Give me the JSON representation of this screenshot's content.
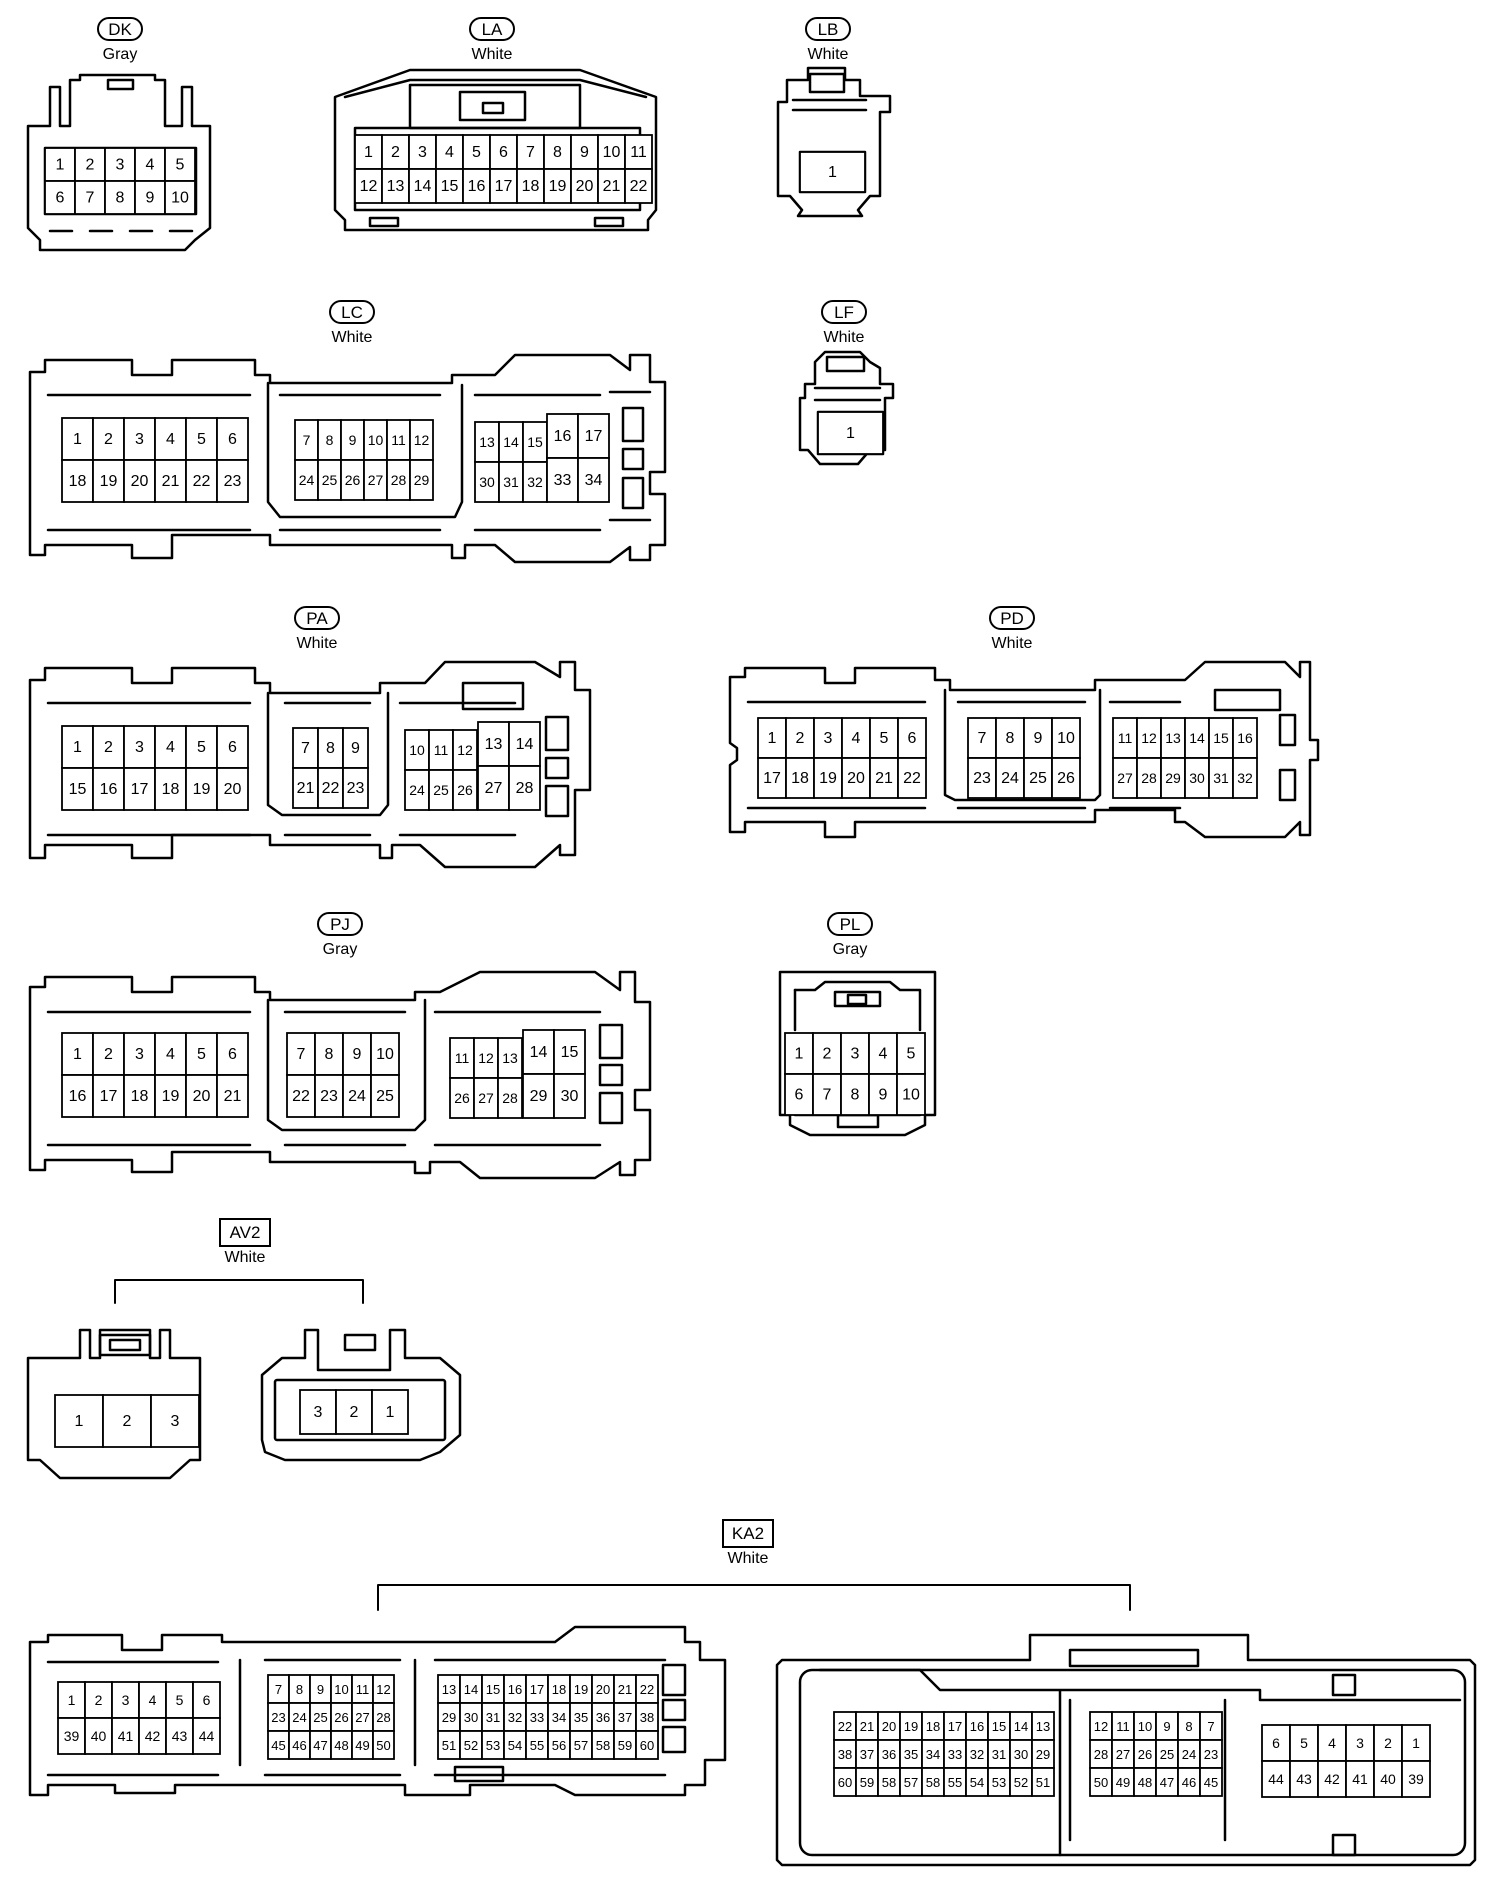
{
  "connectors": [
    {
      "id": "DK",
      "color": "Gray",
      "tagStyle": "oval",
      "rows": [
        [
          "1",
          "2",
          "3",
          "4",
          "5"
        ],
        [
          "6",
          "7",
          "8",
          "9",
          "10"
        ]
      ]
    },
    {
      "id": "LA",
      "color": "White",
      "tagStyle": "oval",
      "rows": [
        [
          "1",
          "2",
          "3",
          "4",
          "5",
          "6",
          "7",
          "8",
          "9",
          "10",
          "11"
        ],
        [
          "12",
          "13",
          "14",
          "15",
          "16",
          "17",
          "18",
          "19",
          "20",
          "21",
          "22"
        ]
      ]
    },
    {
      "id": "LB",
      "color": "White",
      "tagStyle": "oval",
      "rows": [
        [
          "1"
        ]
      ]
    },
    {
      "id": "LC",
      "color": "White",
      "tagStyle": "oval",
      "blocks": [
        {
          "rows": [
            [
              "1",
              "2",
              "3",
              "4",
              "5",
              "6"
            ],
            [
              "18",
              "19",
              "20",
              "21",
              "22",
              "23"
            ]
          ]
        },
        {
          "rows": [
            [
              "7",
              "8",
              "9",
              "10",
              "11",
              "12"
            ],
            [
              "24",
              "25",
              "26",
              "27",
              "28",
              "29"
            ]
          ]
        },
        {
          "rows": [
            [
              "13",
              "14",
              "15"
            ],
            [
              "30",
              "31",
              "32"
            ]
          ]
        },
        {
          "rows": [
            [
              "16",
              "17"
            ],
            [
              "33",
              "34"
            ]
          ]
        }
      ]
    },
    {
      "id": "LF",
      "color": "White",
      "tagStyle": "oval",
      "rows": [
        [
          "1"
        ]
      ]
    },
    {
      "id": "PA",
      "color": "White",
      "tagStyle": "oval",
      "blocks": [
        {
          "rows": [
            [
              "1",
              "2",
              "3",
              "4",
              "5",
              "6"
            ],
            [
              "15",
              "16",
              "17",
              "18",
              "19",
              "20"
            ]
          ]
        },
        {
          "rows": [
            [
              "7",
              "8",
              "9"
            ],
            [
              "21",
              "22",
              "23"
            ]
          ]
        },
        {
          "rows": [
            [
              "10",
              "11",
              "12"
            ],
            [
              "24",
              "25",
              "26"
            ]
          ]
        },
        {
          "rows": [
            [
              "13",
              "14"
            ],
            [
              "27",
              "28"
            ]
          ]
        }
      ]
    },
    {
      "id": "PD",
      "color": "White",
      "tagStyle": "oval",
      "blocks": [
        {
          "rows": [
            [
              "1",
              "2",
              "3",
              "4",
              "5",
              "6"
            ],
            [
              "17",
              "18",
              "19",
              "20",
              "21",
              "22"
            ]
          ]
        },
        {
          "rows": [
            [
              "7",
              "8",
              "9",
              "10"
            ],
            [
              "23",
              "24",
              "25",
              "26"
            ]
          ]
        },
        {
          "rows": [
            [
              "11",
              "12",
              "13",
              "14",
              "15",
              "16"
            ],
            [
              "27",
              "28",
              "29",
              "30",
              "31",
              "32"
            ]
          ]
        }
      ]
    },
    {
      "id": "PJ",
      "color": "Gray",
      "tagStyle": "oval",
      "blocks": [
        {
          "rows": [
            [
              "1",
              "2",
              "3",
              "4",
              "5",
              "6"
            ],
            [
              "16",
              "17",
              "18",
              "19",
              "20",
              "21"
            ]
          ]
        },
        {
          "rows": [
            [
              "7",
              "8",
              "9",
              "10"
            ],
            [
              "22",
              "23",
              "24",
              "25"
            ]
          ]
        },
        {
          "rows": [
            [
              "11",
              "12",
              "13"
            ],
            [
              "26",
              "27",
              "28"
            ]
          ]
        },
        {
          "rows": [
            [
              "14",
              "15"
            ],
            [
              "29",
              "30"
            ]
          ]
        }
      ]
    },
    {
      "id": "PL",
      "color": "Gray",
      "tagStyle": "oval",
      "rows": [
        [
          "1",
          "2",
          "3",
          "4",
          "5"
        ],
        [
          "6",
          "7",
          "8",
          "9",
          "10"
        ]
      ]
    },
    {
      "id": "AV2",
      "color": "White",
      "tagStyle": "box",
      "parts": [
        {
          "rows": [
            [
              "1",
              "2",
              "3"
            ]
          ]
        },
        {
          "rows": [
            [
              "3",
              "2",
              "1"
            ]
          ]
        }
      ]
    },
    {
      "id": "KA2",
      "color": "White",
      "tagStyle": "box",
      "parts": [
        {
          "blocks": [
            {
              "rows": [
                [
                  "1",
                  "2",
                  "3",
                  "4",
                  "5",
                  "6"
                ],
                [
                  "39",
                  "40",
                  "41",
                  "42",
                  "43",
                  "44"
                ]
              ]
            },
            {
              "rows": [
                [
                  "7",
                  "8",
                  "9",
                  "10",
                  "11",
                  "12"
                ],
                [
                  "23",
                  "24",
                  "25",
                  "26",
                  "27",
                  "28"
                ],
                [
                  "45",
                  "46",
                  "47",
                  "48",
                  "49",
                  "50"
                ]
              ]
            },
            {
              "rows": [
                [
                  "13",
                  "14",
                  "15",
                  "16",
                  "17",
                  "18",
                  "19",
                  "20",
                  "21",
                  "22"
                ],
                [
                  "29",
                  "30",
                  "31",
                  "32",
                  "33",
                  "34",
                  "35",
                  "36",
                  "37",
                  "38"
                ],
                [
                  "51",
                  "52",
                  "53",
                  "54",
                  "55",
                  "56",
                  "57",
                  "58",
                  "59",
                  "60"
                ]
              ]
            }
          ]
        },
        {
          "blocks": [
            {
              "rows": [
                [
                  "22",
                  "21",
                  "20",
                  "19",
                  "18",
                  "17",
                  "16",
                  "15",
                  "14",
                  "13"
                ],
                [
                  "38",
                  "37",
                  "36",
                  "35",
                  "34",
                  "33",
                  "32",
                  "31",
                  "30",
                  "29"
                ],
                [
                  "60",
                  "59",
                  "58",
                  "57",
                  "58",
                  "55",
                  "54",
                  "53",
                  "52",
                  "51"
                ]
              ]
            },
            {
              "rows": [
                [
                  "12",
                  "11",
                  "10",
                  "9",
                  "8",
                  "7"
                ],
                [
                  "28",
                  "27",
                  "26",
                  "25",
                  "24",
                  "23"
                ],
                [
                  "50",
                  "49",
                  "48",
                  "47",
                  "46",
                  "45"
                ]
              ]
            },
            {
              "rows": [
                [
                  "6",
                  "5",
                  "4",
                  "3",
                  "2",
                  "1"
                ],
                [
                  "44",
                  "43",
                  "42",
                  "41",
                  "40",
                  "39"
                ]
              ]
            }
          ]
        }
      ]
    }
  ]
}
